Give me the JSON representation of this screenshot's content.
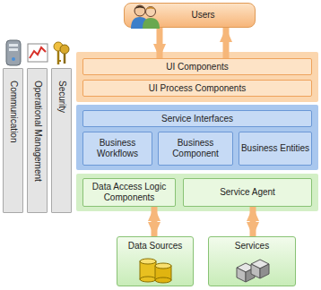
{
  "diagram": {
    "nodes": [
      {
        "text": [
          "Users"
        ]
      },
      {
        "text": [
          "UI Components"
        ]
      },
      {
        "text": [
          "UI Process Components"
        ]
      },
      {
        "text": [
          "Service Interfaces"
        ]
      },
      {
        "text": [
          "Business Workflows"
        ]
      },
      {
        "text": [
          "Business Component"
        ]
      },
      {
        "text": [
          "Business Entities"
        ]
      },
      {
        "text": [
          "Data Access Logic Components"
        ]
      },
      {
        "text": [
          "Service Agent"
        ]
      },
      {
        "text": [
          "Data Sources"
        ]
      },
      {
        "text": [
          "Services"
        ]
      },
      {
        "text": [
          "Communication"
        ]
      },
      {
        "text": [
          "Operational Management"
        ]
      },
      {
        "text": [
          "Security"
        ]
      }
    ],
    "edges": [
      {
        "from": 0,
        "to": 1,
        "arrow": "to"
      },
      {
        "from": 1,
        "to": 0,
        "arrow": "to"
      },
      {
        "from": 7,
        "to": 9,
        "arrow": "both"
      },
      {
        "from": 8,
        "to": 10,
        "arrow": "both"
      }
    ]
  }
}
